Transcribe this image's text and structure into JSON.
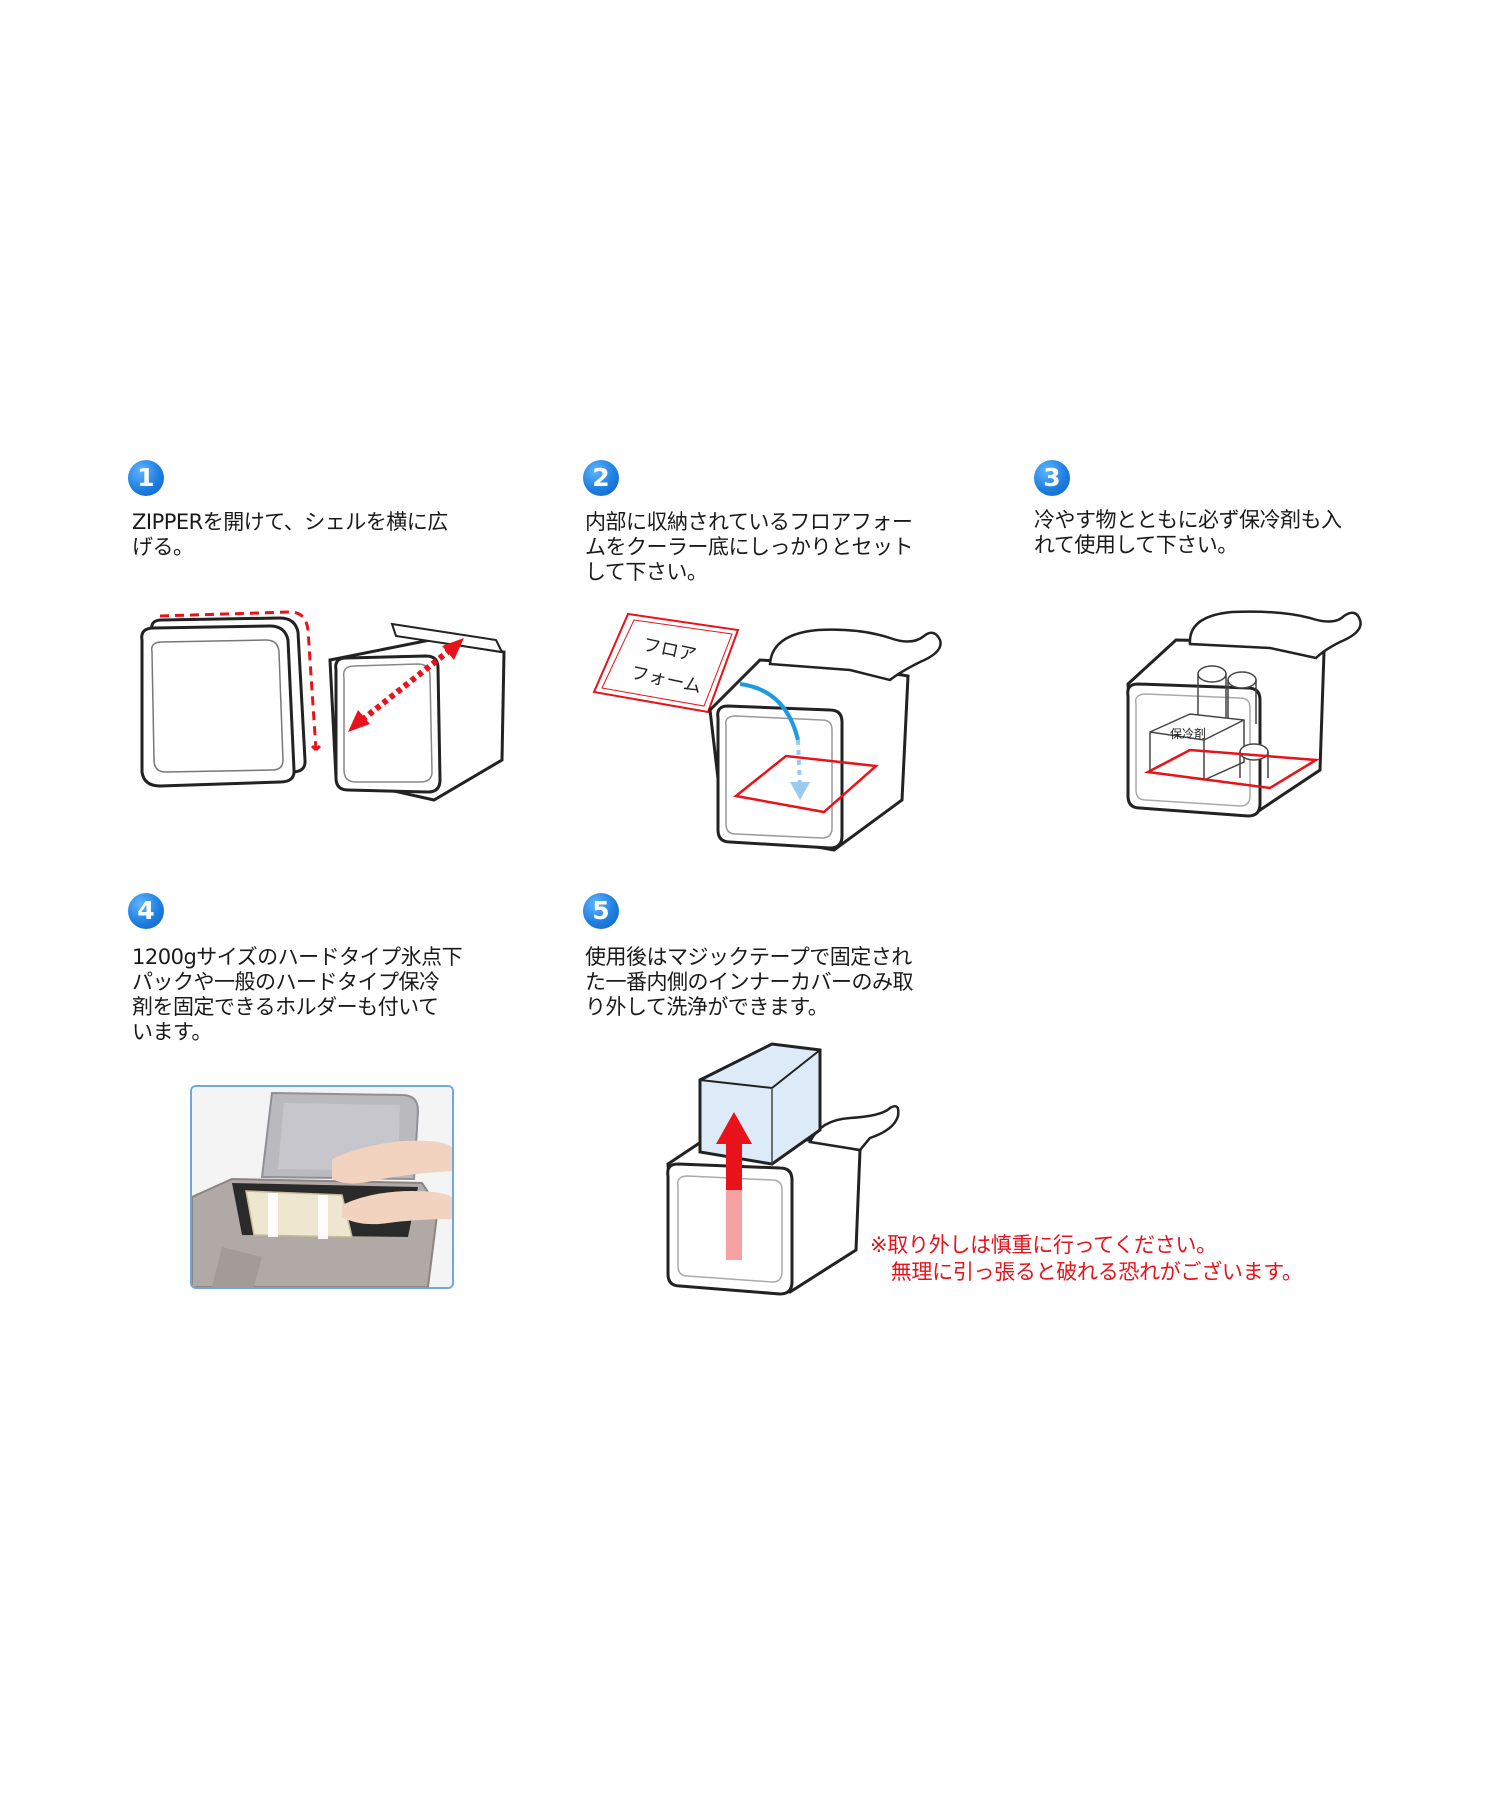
{
  "steps": [
    {
      "number": "1",
      "text": "ZIPPERを開けて、シェルを横に広\nげる。",
      "icon": "step-number-1-icon"
    },
    {
      "number": "2",
      "text": "内部に収納されているフロアフォー\nムをクーラー底にしっかりとセット\nして下さい。",
      "icon": "step-number-2-icon"
    },
    {
      "number": "3",
      "text": "冷やす物とともに必ず保冷剤も入\nれて使用して下さい。",
      "icon": "step-number-3-icon"
    },
    {
      "number": "4",
      "text": "1200gサイズのハードタイプ氷点下\nパックや一般のハードタイプ保冷\n剤を固定できるホルダーも付いて\nいます。",
      "icon": "step-number-4-icon"
    },
    {
      "number": "5",
      "text": "使用後はマジックテープで固定され\nた一番内側のインナーカバーのみ取\nり外して洗浄ができます。",
      "icon": "step-number-5-icon"
    }
  ],
  "illustrations": {
    "floor_foam_label": "フロア\nフォーム",
    "floor_foam_line1": "フロア",
    "floor_foam_line2": "フォーム",
    "ice_pack_label": "保冷剤"
  },
  "warning_note": "※取り外しは慎重に行ってください。\n　無理に引っ張ると破れる恐れがございます。",
  "colors": {
    "accent_blue": "#1e7fe0",
    "accent_red": "#e8121b"
  }
}
